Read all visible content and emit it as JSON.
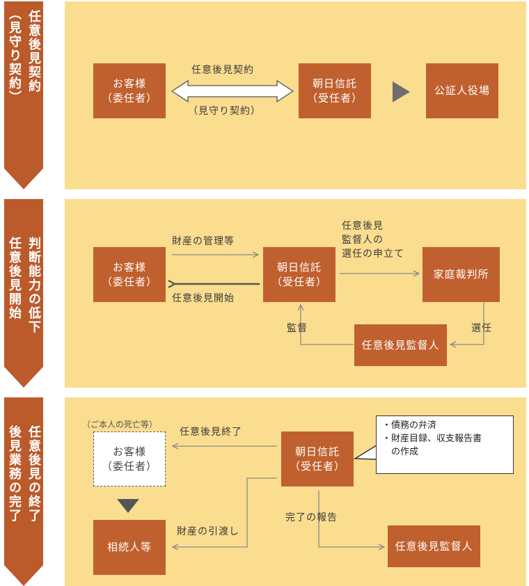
{
  "sections": [
    {
      "tab": {
        "col1": "任意後見契約",
        "col2": "（見守り契約）"
      }
    },
    {
      "tab": {
        "col1": "判断能力の低下",
        "col2": "任意後見開始"
      }
    },
    {
      "tab": {
        "col1": "任意後見の終了",
        "col2": "後見業務の完了"
      }
    }
  ],
  "s1": {
    "client": [
      "お客様",
      "（委任者）"
    ],
    "trust": [
      "朝日信託",
      "（受任者）"
    ],
    "notary": "公証人役場",
    "arrow_top": "任意後見契約",
    "arrow_bottom": "（見守り契約）"
  },
  "s2": {
    "client": [
      "お客様",
      "（委任者）"
    ],
    "trust": [
      "朝日信託",
      "（受任者）"
    ],
    "court": "家庭裁判所",
    "supervisor": "任意後見監督人",
    "asset_mgmt": "財産の管理等",
    "start": "任意後見開始",
    "petition": [
      "任意後見",
      "監督人の",
      "選任の申立て"
    ],
    "appoint": "選任",
    "supervise": "監督"
  },
  "s3": {
    "note_death": "（ご本人の死亡等）",
    "client": [
      "お客様",
      "（委任者）"
    ],
    "trust": [
      "朝日信託",
      "（受任者）"
    ],
    "heirs": "相続人等",
    "supervisor": "任意後見監督人",
    "end": "任意後見終了",
    "handover": "財産の引渡し",
    "report": "完了の報告",
    "callout": [
      "・債務の弁済",
      "・財産目録、収支報告書",
      "　の作成"
    ]
  }
}
